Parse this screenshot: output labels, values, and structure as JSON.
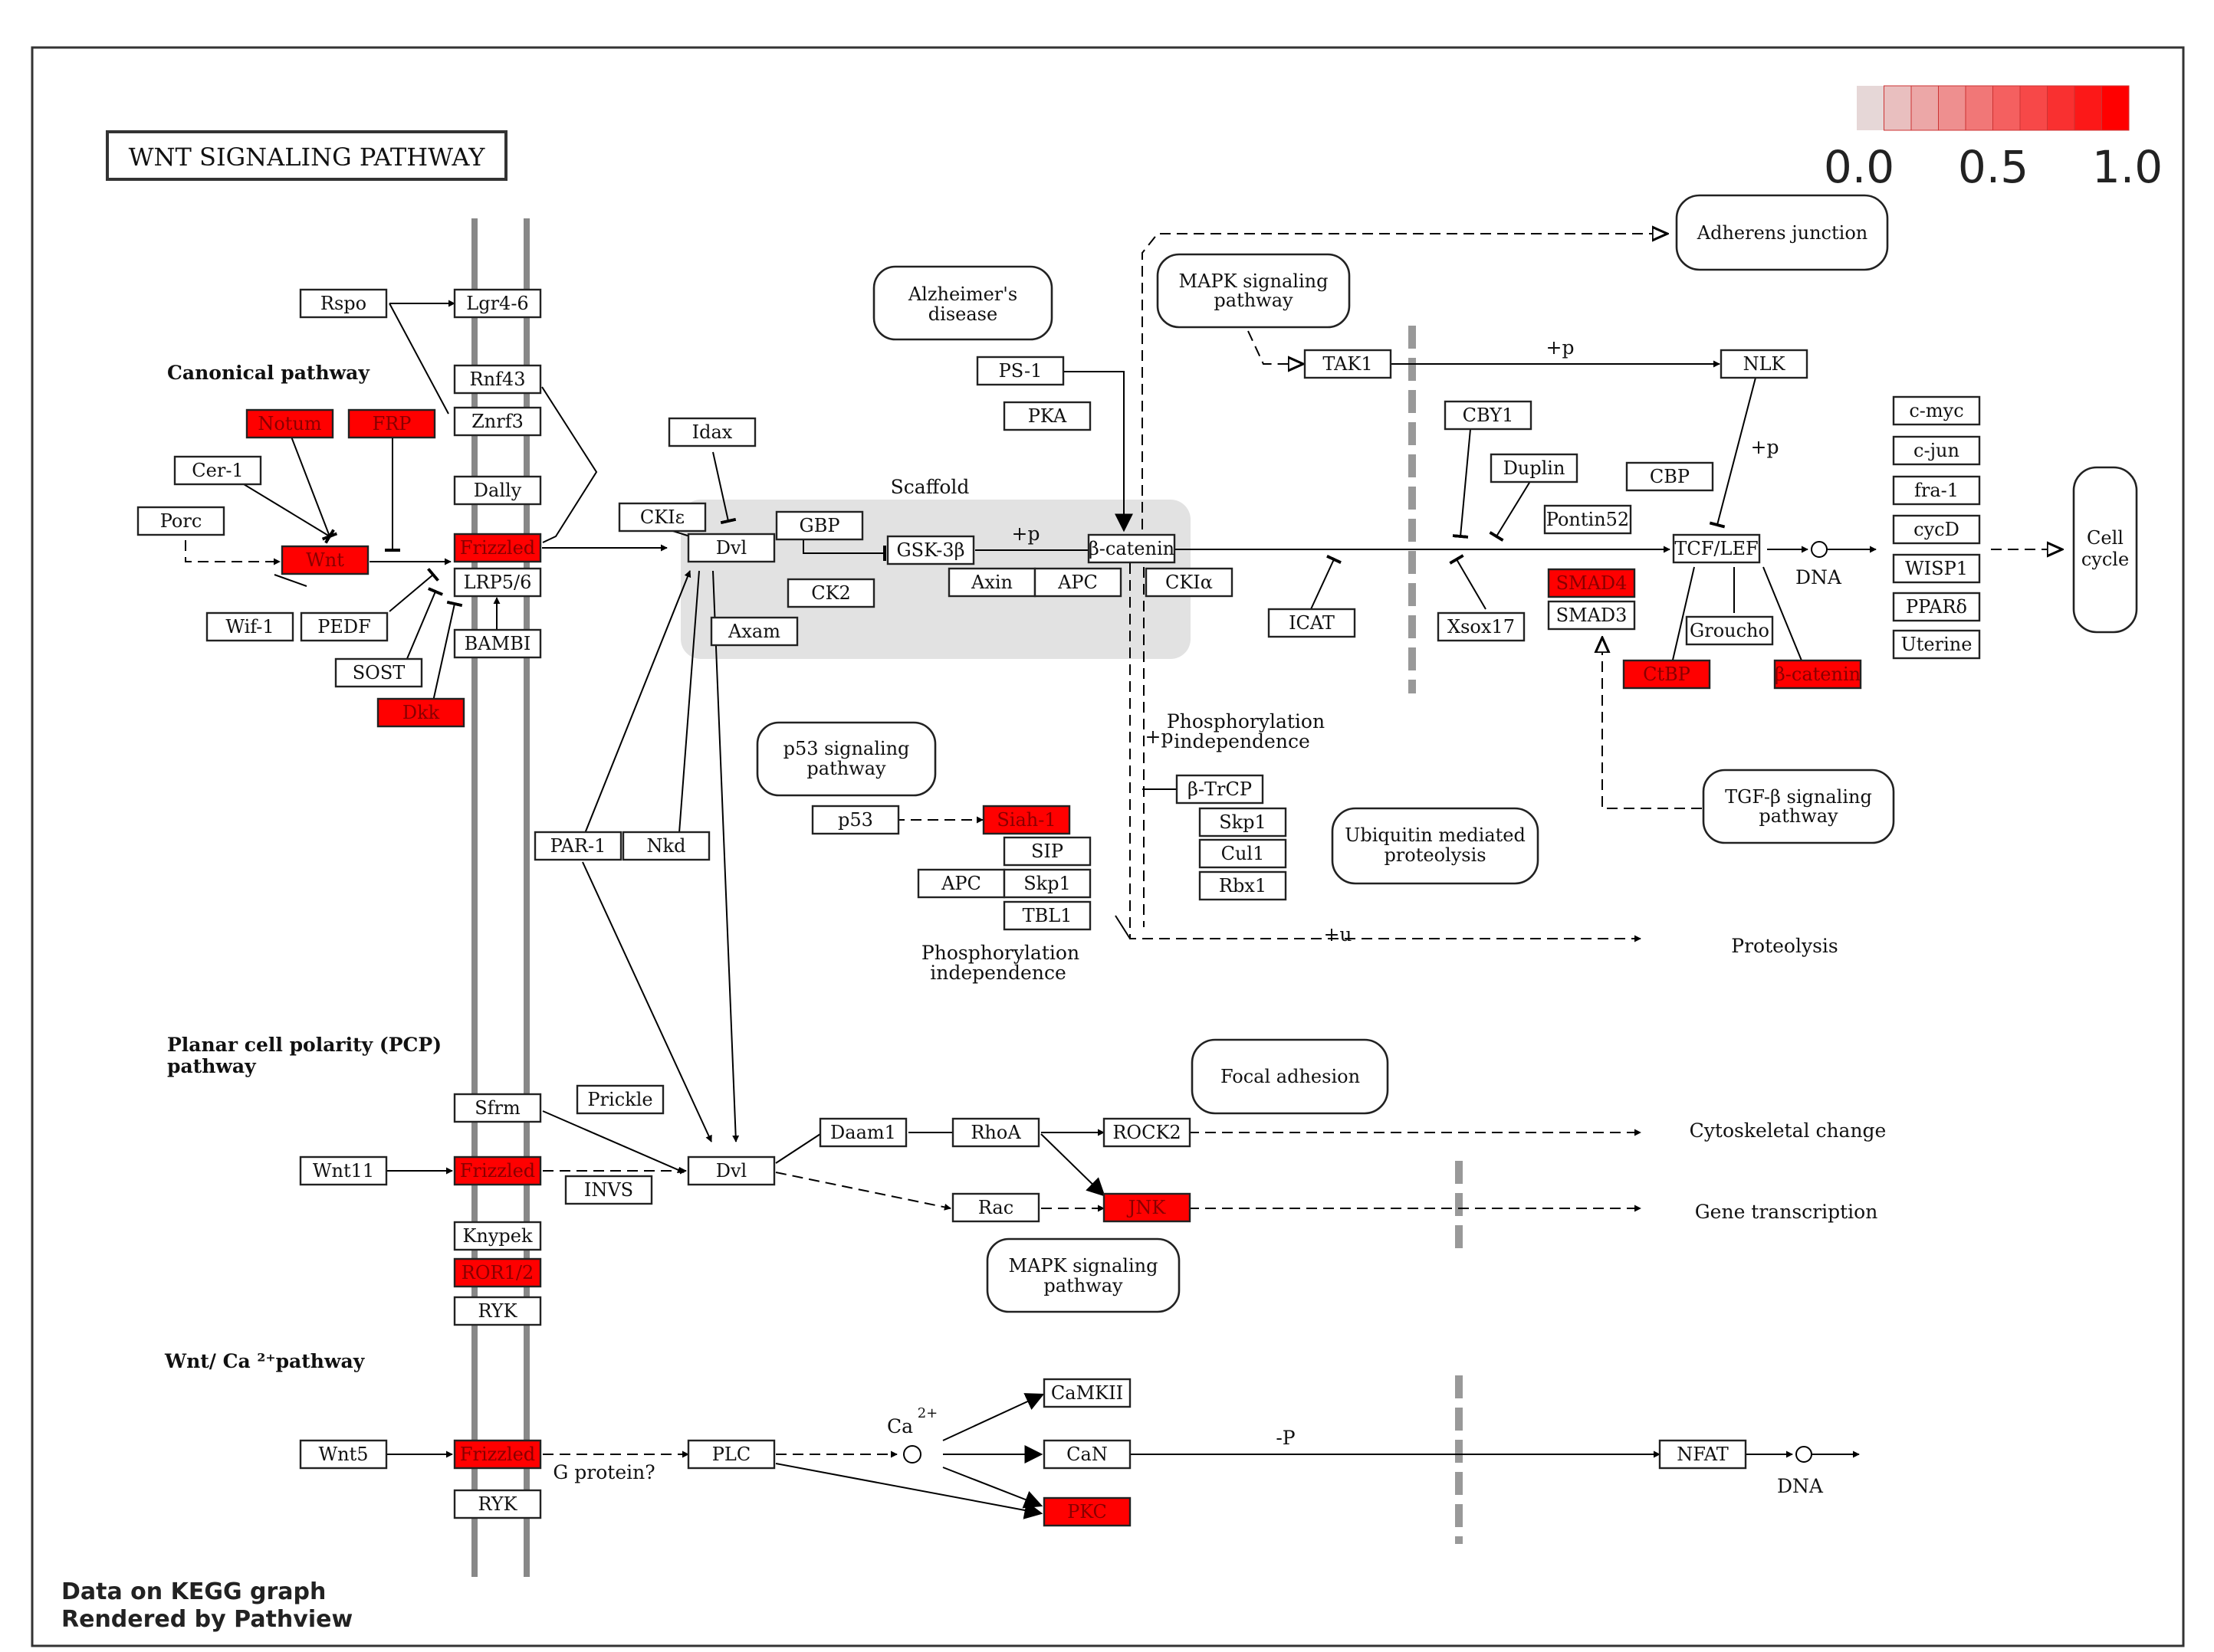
{
  "title": "WNT SIGNALING PATHWAY",
  "colors": {
    "red": "#ff0000",
    "node_border": "#222222",
    "membrane": "#888888",
    "scaffold": "#e2e2e2"
  },
  "legend": {
    "min": "0.0",
    "mid": "0.5",
    "max": "1.0"
  },
  "sections": {
    "canonical": "Canonical pathway",
    "pcp_1": "Planar cell polarity (PCP)",
    "pcp_2": "pathway",
    "ca": "Wnt/ Ca ²⁺pathway"
  },
  "labels": {
    "scaffold": "Scaffold",
    "dna1": "DNA",
    "dna2": "DNA",
    "phos1_1": "Phosphorylation",
    "phos1_2": "independence",
    "phos2_1": "Phosphorylation",
    "phos2_2": "independence",
    "proteolysis": "Proteolysis",
    "cytoskeletal": "Cytoskeletal change",
    "gene_tx": "Gene transcription",
    "g_protein": "G protein?",
    "ca": "Ca",
    "ca_sup": "2+",
    "p_tak": "+p",
    "p_nlk": "+p",
    "p_gsk": "+p",
    "p_bcat": "+p",
    "p_ub": "+u",
    "p_can": "-P"
  },
  "refs": {
    "alz1": "Alzheimer's",
    "alz2": "disease",
    "mapk1_1": "MAPK signaling",
    "mapk1_2": "pathway",
    "adherens": "Adherens junction",
    "cell1": "Cell",
    "cell2": "cycle",
    "p53_1": "p53 signaling",
    "p53_2": "pathway",
    "ubi1": "Ubiquitin mediated",
    "ubi2": "proteolysis",
    "tgf1": "TGF-β signaling",
    "tgf2": "pathway",
    "focal": "Focal adhesion",
    "mapk2_1": "MAPK signaling",
    "mapk2_2": "pathway"
  },
  "nodes": {
    "rspo": "Rspo",
    "lgr": "Lgr4-6",
    "rnf43": "Rnf43",
    "znrf3": "Znrf3",
    "dally": "Dally",
    "frizzled1": "Frizzled",
    "lrp": "LRP5/6",
    "bambi": "BAMBI",
    "notum": "Notum",
    "frp": "FRP",
    "cer1": "Cer-1",
    "porc": "Porc",
    "wnt": "Wnt",
    "wif1": "Wif-1",
    "pedf": "PEDF",
    "sost": "SOST",
    "dkk": "Dkk",
    "idax": "Idax",
    "ckie": "CKIε",
    "dvl1": "Dvl",
    "gbp": "GBP",
    "ck2": "CK2",
    "axam": "Axam",
    "gsk3b": "GSK-3β",
    "axin": "Axin",
    "apc1": "APC",
    "bcat1": "β-catenin",
    "ckia": "CKIα",
    "ps1": "PS-1",
    "pka": "PKA",
    "tak1": "TAK1",
    "nlk": "NLK",
    "cby1": "CBY1",
    "duplin": "Duplin",
    "pontin": "Pontin52",
    "cbp1": "CBP",
    "icat": "ICAT",
    "xsox": "Xsox17",
    "smad4": "SMAD4",
    "smad3": "SMAD3",
    "tcflef": "TCF/LEF",
    "groucho": "Groucho",
    "cbp2": "CtBP",
    "bcat2": "β-catenin",
    "cmyc": "c-myc",
    "cjun": "c-jun",
    "fra1": "fra-1",
    "cycd": "cycD",
    "wisp1": "WISP1",
    "ppard": "PPARδ",
    "uterine": "Uterine",
    "p53": "p53",
    "siah1": "Siah-1",
    "sip": "SIP",
    "apc2": "APC",
    "skp1a": "Skp1",
    "tbl1": "TBL1",
    "btrcp": "β-TrCP",
    "skp1b": "Skp1",
    "cul1": "Cul1",
    "rbx1": "Rbx1",
    "par1": "PAR-1",
    "nkd": "Nkd",
    "sfrm": "Sfrm",
    "prickle": "Prickle",
    "wnt11": "Wnt11",
    "frizzled2": "Frizzled",
    "invs": "INVS",
    "dvl2": "Dvl",
    "daam1": "Daam1",
    "rhoa": "RhoA",
    "rock2": "ROCK2",
    "rac": "Rac",
    "jnk": "JNK",
    "kremen": "Knypek",
    "ror": "ROR1/2",
    "ryk1": "RYK",
    "wnt5": "Wnt5",
    "frizzled3": "Frizzled",
    "ryk2": "RYK",
    "plc": "PLC",
    "camk2": "CaMKII",
    "can": "CaN",
    "pkc": "PKC",
    "nfat": "NFAT"
  },
  "credit": {
    "line1": "Data on KEGG graph",
    "line2": "Rendered by Pathview"
  }
}
